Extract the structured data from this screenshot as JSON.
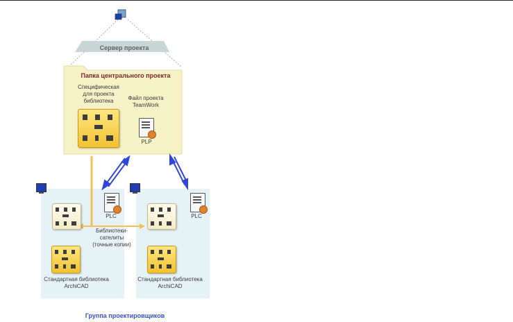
{
  "server": {
    "label": "Сервер проекта",
    "icon": "server-computer-icon"
  },
  "central_folder": {
    "title": "Папка центрального проекта",
    "library_caption": "Специфическая\nдля проекта\nбиблиотека",
    "teamwork_caption": "Файл проекта\nTeamWork",
    "file_type": "PLP"
  },
  "workstations": [
    {
      "plc_label": "PLC",
      "std_library_caption": "Стандартная библиотека\nArchiCAD"
    },
    {
      "plc_label": "PLC",
      "std_library_caption": "Стандартная библиотека\nArchiCAD"
    }
  ],
  "satellite_caption": "Библиотеки-\nсателиты\n(точные копии)",
  "group_label": "Группа проектировщиков",
  "colors": {
    "folder_fill": "#f6f1c6",
    "workstation_fill": "#e5f3f7",
    "server_band": "#c9d6d6",
    "arrow_blue": "#3346d9",
    "link_orange": "#f2c05a"
  }
}
